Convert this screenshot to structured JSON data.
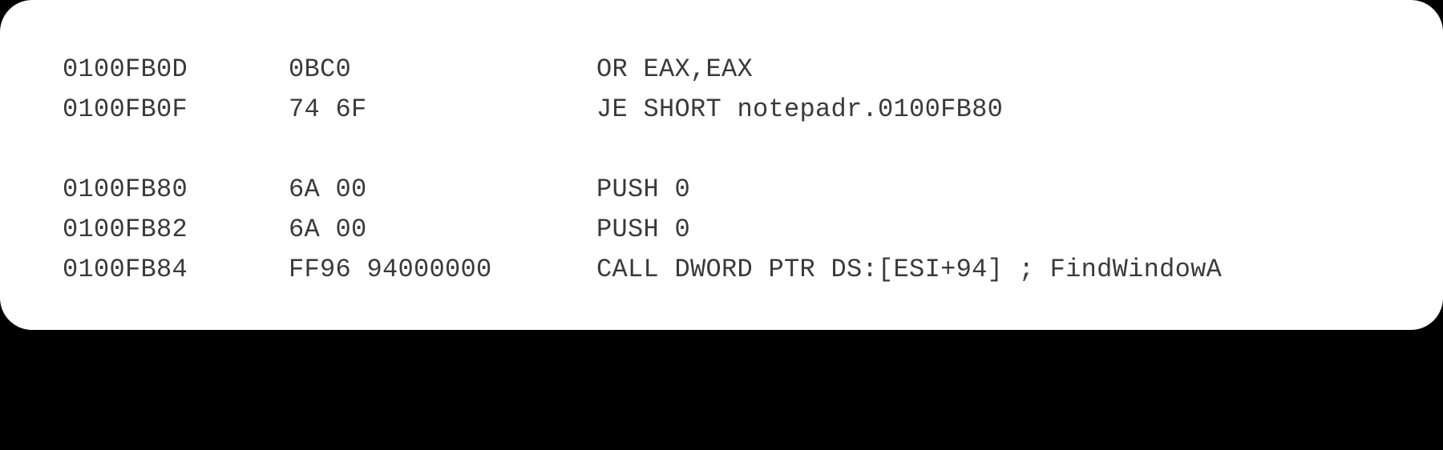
{
  "disassembly": {
    "rows": [
      {
        "address": "0100FB0D",
        "bytes": "0BC0",
        "instruction": "OR EAX,EAX"
      },
      {
        "address": "0100FB0F",
        "bytes": "74 6F",
        "instruction": "JE SHORT notepadr.0100FB80"
      },
      {
        "address": "0100FB80",
        "bytes": "6A 00",
        "instruction": "PUSH 0"
      },
      {
        "address": "0100FB82",
        "bytes": "6A 00",
        "instruction": "PUSH 0"
      },
      {
        "address": "0100FB84",
        "bytes": "FF96 94000000",
        "instruction": "CALL DWORD PTR DS:[ESI+94] ; FindWindowA"
      }
    ]
  }
}
